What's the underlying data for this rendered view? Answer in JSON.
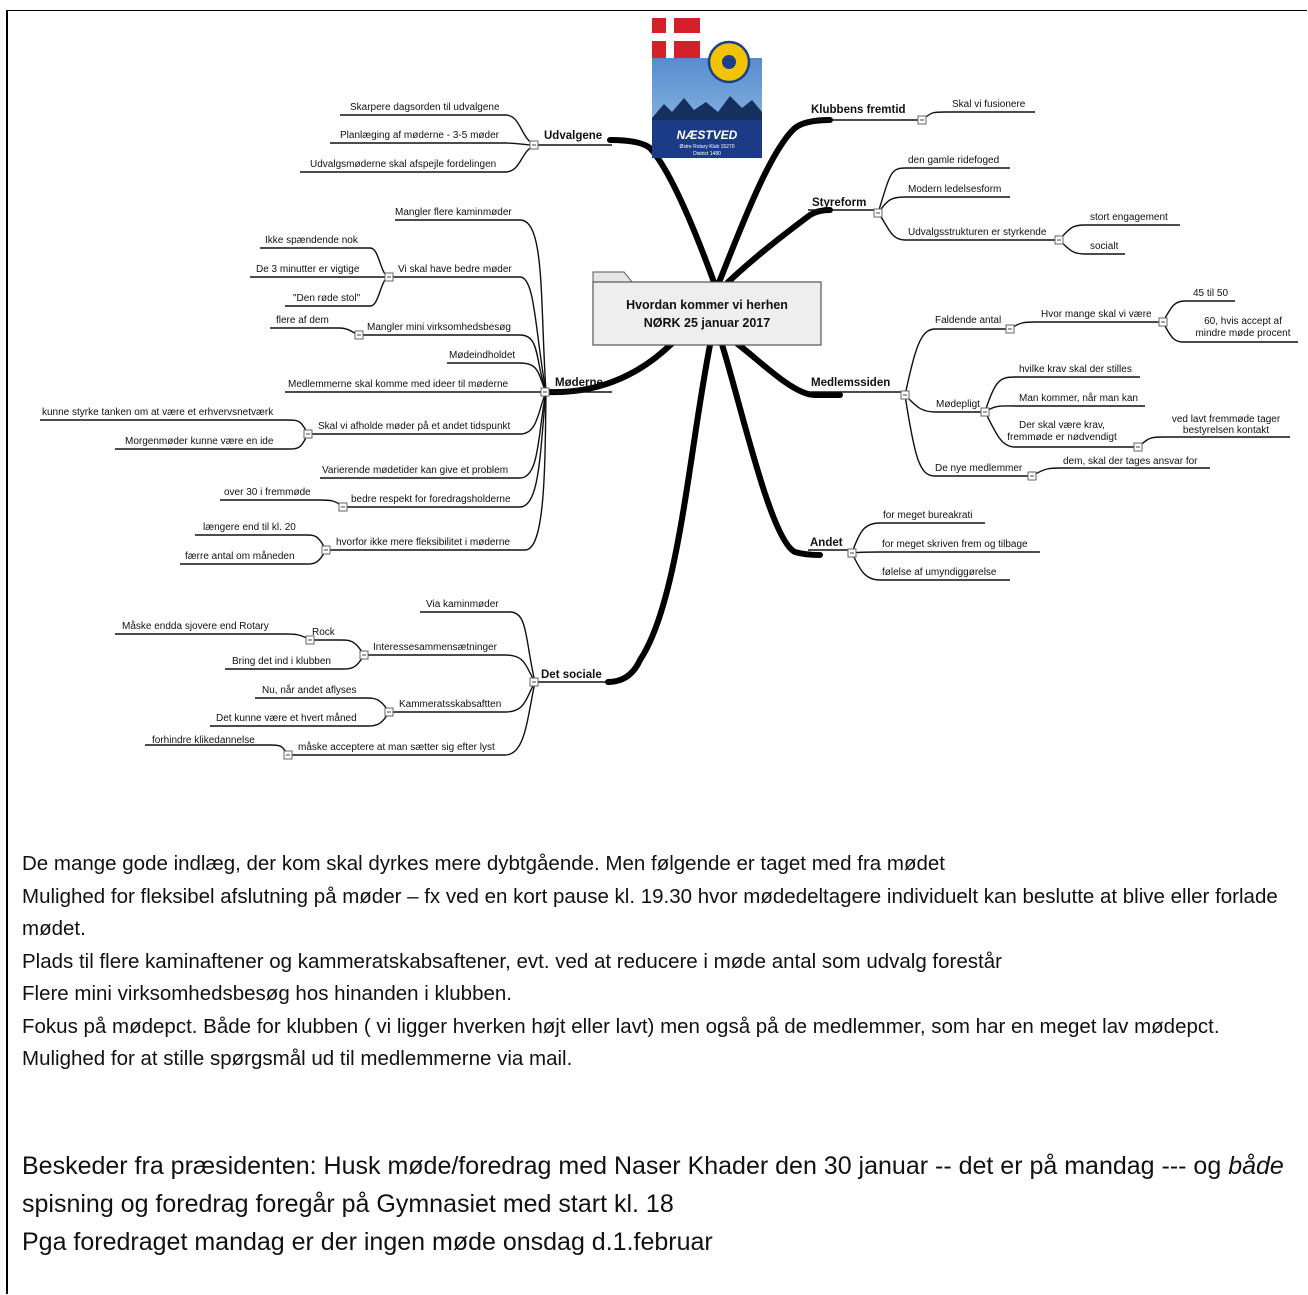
{
  "center": {
    "line1": "Hvordan kommer vi herhen",
    "line2": "NØRK 25 januar 2017"
  },
  "logo": {
    "text": "NÆSTVED",
    "sub1": "Østre Rotary Klub 15270",
    "sub2": "District 1480"
  },
  "left": {
    "udvalgene": {
      "label": "Udvalgene",
      "items": [
        "Skarpere dagsorden til udvalgene",
        "Planlæging af møderne - 3-5 møder",
        "Udvalgsmøderne skal afspejle fordelingen"
      ]
    },
    "moderne": {
      "label": "Møderne",
      "mangler_flere": "Mangler flere kaminmøder",
      "bedre_moder": {
        "label": "Vi skal have bedre møder",
        "items": [
          "Ikke spændende nok",
          "De 3 minutter er vigtige",
          "\"Den røde stol\""
        ]
      },
      "mini_besog": {
        "label": "Mangler mini virksomhedsbesøg",
        "items": [
          "flere af dem"
        ]
      },
      "modeindholdet": "Mødeindholdet",
      "ideer": "Medlemmerne skal komme med ideer til møderne",
      "andet_tidspunkt": {
        "label": "Skal vi afholde møder på et andet tidspunkt",
        "items": [
          "kunne styrke tanken om at være et erhvervsnetværk",
          "Morgenmøder kunne være en ide"
        ]
      },
      "varierende": "Varierende mødetider kan give et problem",
      "respekt": {
        "label": "bedre respekt for foredragsholderne",
        "items": [
          "over 30 i fremmøde"
        ]
      },
      "fleksibilitet": {
        "label": "hvorfor ikke mere fleksibilitet i møderne",
        "items": [
          "længere end til kl. 20",
          "færre antal om måneden"
        ]
      }
    },
    "sociale": {
      "label": "Det sociale",
      "kamin": "Via kaminmøder",
      "interesse": {
        "label": "Interessesammensætninger",
        "rock": "Rock",
        "rock_sub": "Måske endda sjovere end Rotary",
        "bring": "Bring det ind i klubben"
      },
      "kammerat": {
        "label": "Kammeratsskabsaftten",
        "items": [
          "Nu, når andet aflyses",
          "Det kunne være et hvert måned"
        ]
      },
      "accept": {
        "label": "måske acceptere at man sætter sig efter lyst",
        "items": [
          "forhindre klikedannelse"
        ]
      }
    }
  },
  "right": {
    "fremtid": {
      "label": "Klubbens fremtid",
      "items": [
        "Skal vi fusionere"
      ]
    },
    "styreform": {
      "label": "Styreform",
      "items": [
        "den gamle ridefoged",
        "Modern ledelsesform"
      ],
      "udvalg": {
        "label": "Udvalgsstrukturen er styrkende",
        "items": [
          "stort engagement",
          "socialt"
        ]
      }
    },
    "medlem": {
      "label": "Medlemssiden",
      "faldende": {
        "label": "Faldende antal",
        "hvor": "Hvor mange skal vi være",
        "a": "45 til 50",
        "b1": "60, hvis accept af",
        "b2": "mindre møde procent"
      },
      "modepligt": {
        "label": "Mødepligt",
        "i1": "hvilke krav skal der stilles",
        "i2": "Man kommer, når man kan",
        "i3a": "Der skal være krav,",
        "i3b": "fremmøde er nødvendigt",
        "i4a": "ved lavt fremmøde tager",
        "i4b": "bestyrelsen kontakt"
      },
      "nye": {
        "label": "De nye medlemmer",
        "item": "dem, skal der tages ansvar for"
      }
    },
    "andet": {
      "label": "Andet",
      "items": [
        "for meget bureakrati",
        "for meget skriven frem og tilbage",
        "følelse af umyndiggørelse"
      ]
    }
  },
  "body_lines": [
    "De mange gode indlæg, der kom skal dyrkes mere dybtgående. Men følgende er taget med fra mødet",
    "Mulighed for fleksibel afslutning på møder – fx ved en kort pause kl. 19.30 hvor mødedeltagere individuelt kan beslutte at blive eller forlade mødet.",
    "Plads til flere kaminaftener og kammeratskabsaftener, evt. ved at reducere i møde antal som udvalg forestår",
    "Flere mini virksomhedsbesøg hos hinanden i klubben.",
    "Fokus på mødepct.  Både for klubben ( vi ligger hverken højt eller lavt)  men også på de medlemmer, som har en meget lav mødepct.",
    "Mulighed for at stille spørgsmål ud til medlemmerne via mail."
  ],
  "president": {
    "line1_a": "Beskeder fra præsidenten: Husk  møde/foredrag med Naser Khader den 30 januar  -- det er på mandag --- og ",
    "line1_em": "både",
    "line1_b": " spisning og foredrag foregår på Gymnasiet  med start kl. 18",
    "line2": "Pga foredraget mandag er der ingen møde onsdag d.1.februar"
  }
}
